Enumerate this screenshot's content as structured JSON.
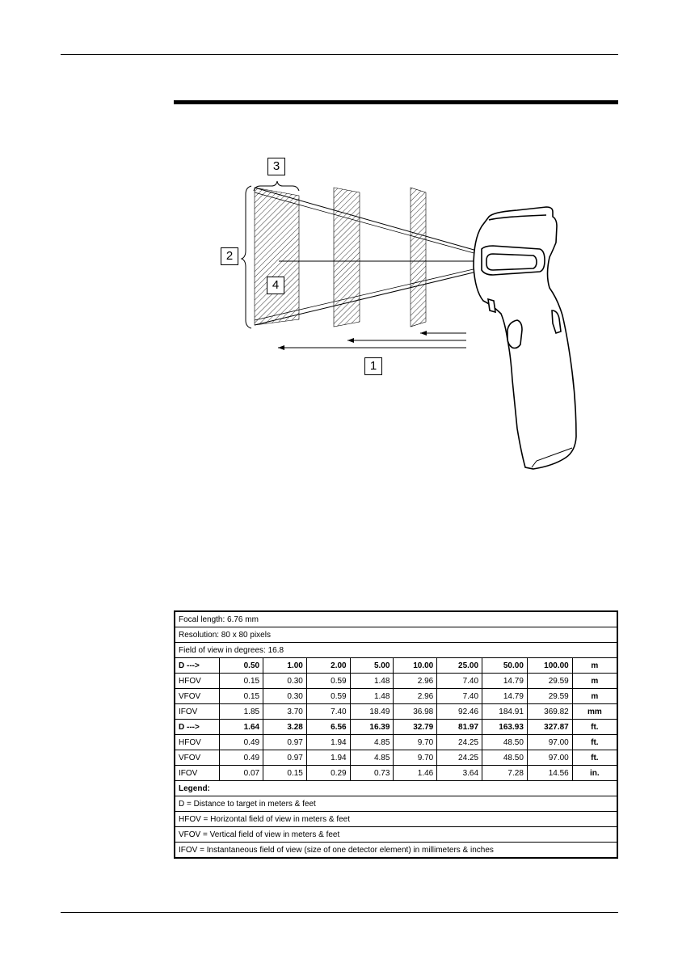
{
  "diagram": {
    "callouts": [
      "3",
      "2",
      "4",
      "1"
    ]
  },
  "table": {
    "info_rows": [
      "Focal length: 6.76 mm",
      "Resolution: 80 x 80 pixels",
      "Field of view in degrees: 16.8"
    ],
    "data_rows": [
      {
        "label": "D --->",
        "values": [
          "0.50",
          "1.00",
          "2.00",
          "5.00",
          "10.00",
          "25.00",
          "50.00",
          "100.00"
        ],
        "unit": "m",
        "bold": true
      },
      {
        "label": "HFOV",
        "values": [
          "0.15",
          "0.30",
          "0.59",
          "1.48",
          "2.96",
          "7.40",
          "14.79",
          "29.59"
        ],
        "unit": "m",
        "bold": false
      },
      {
        "label": "VFOV",
        "values": [
          "0.15",
          "0.30",
          "0.59",
          "1.48",
          "2.96",
          "7.40",
          "14.79",
          "29.59"
        ],
        "unit": "m",
        "bold": false
      },
      {
        "label": "IFOV",
        "values": [
          "1.85",
          "3.70",
          "7.40",
          "18.49",
          "36.98",
          "92.46",
          "184.91",
          "369.82"
        ],
        "unit": "mm",
        "bold": false
      },
      {
        "label": "D --->",
        "values": [
          "1.64",
          "3.28",
          "6.56",
          "16.39",
          "32.79",
          "81.97",
          "163.93",
          "327.87"
        ],
        "unit": "ft.",
        "bold": true
      },
      {
        "label": "HFOV",
        "values": [
          "0.49",
          "0.97",
          "1.94",
          "4.85",
          "9.70",
          "24.25",
          "48.50",
          "97.00"
        ],
        "unit": "ft.",
        "bold": false
      },
      {
        "label": "VFOV",
        "values": [
          "0.49",
          "0.97",
          "1.94",
          "4.85",
          "9.70",
          "24.25",
          "48.50",
          "97.00"
        ],
        "unit": "ft.",
        "bold": false
      },
      {
        "label": "IFOV",
        "values": [
          "0.07",
          "0.15",
          "0.29",
          "0.73",
          "1.46",
          "3.64",
          "7.28",
          "14.56"
        ],
        "unit": "in.",
        "bold": false
      }
    ],
    "legend_title": "Legend:",
    "legend_items": [
      "D = Distance to target in meters & feet",
      "HFOV = Horizontal field of view in meters & feet",
      "VFOV = Vertical field of view in meters & feet",
      "IFOV = Instantaneous field of view (size of one detector element) in millimeters & inches"
    ]
  }
}
